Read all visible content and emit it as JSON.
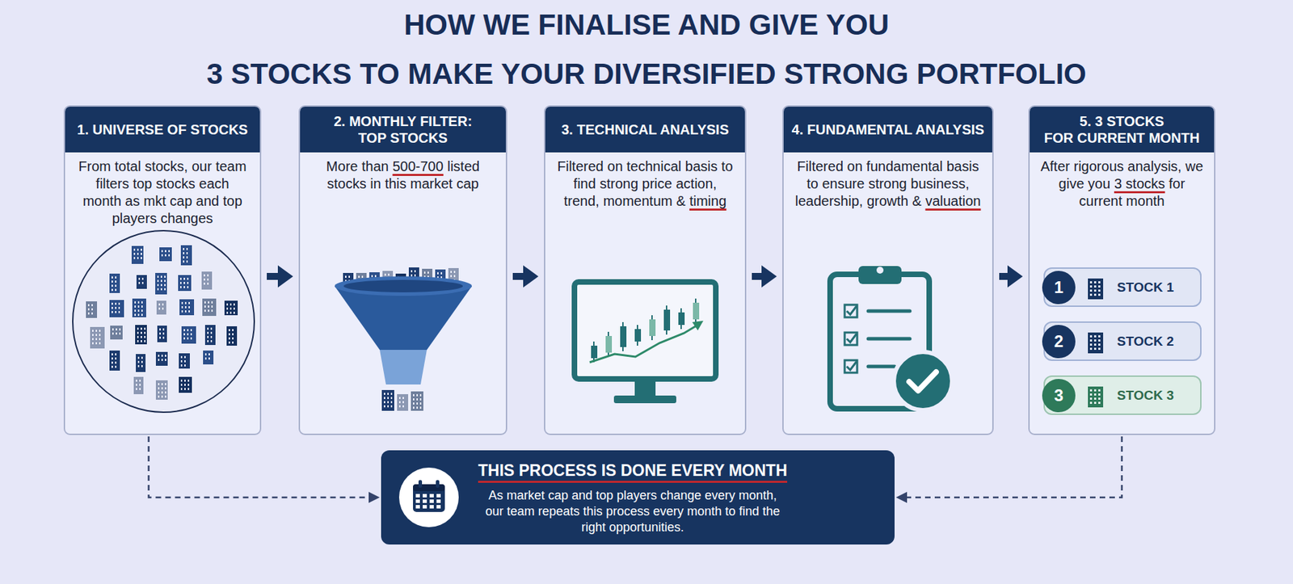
{
  "diagram": {
    "title": "HOW WE FINALISE AND GIVE YOU 3 STOCKS TO MAKE YOUR DIVERSIFIED STRONG PORTFOLIO",
    "nodes": [
      {
        "text": [
          "1. UNIVERSE OF STOCKS",
          "From total stocks, our team filters top stocks each month as mkt cap and top players changes"
        ]
      },
      {
        "text": [
          "2. MONTHLY FILTER: TOP STOCKS",
          "More than 500-700 listed stocks in this market cap"
        ]
      },
      {
        "text": [
          "3. TECHNICAL ANALYSIS",
          "Filtered on technical basis to find strong price action, trend, momentum & timing"
        ]
      },
      {
        "text": [
          "4. FUNDAMENTAL ANALYSIS",
          "Filtered on fundamental basis to ensure strong business, leadership, growth & valuation"
        ]
      },
      {
        "text": [
          "5. 3 STOCKS FOR CURRENT MONTH",
          "After rigorous analysis, we give you 3 stocks for current month"
        ]
      },
      {
        "text": [
          "1",
          "STOCK 1"
        ],
        "in": 4
      },
      {
        "text": [
          "2",
          "STOCK 2"
        ],
        "in": 4
      },
      {
        "text": [
          "3",
          "STOCK 3"
        ],
        "in": 4
      },
      {
        "text": [
          "THIS PROCESS IS DONE EVERY MONTH",
          "As market cap and top players change every month, our team repeats this process every month to find the right opportunities."
        ]
      }
    ],
    "edges": [
      {
        "from": 0,
        "to": 1,
        "arrow": "to"
      },
      {
        "from": 1,
        "to": 2,
        "arrow": "to"
      },
      {
        "from": 2,
        "to": 3,
        "arrow": "to"
      },
      {
        "from": 3,
        "to": 4,
        "arrow": "to"
      },
      {
        "from": 0,
        "to": 8,
        "arrow": "to"
      },
      {
        "from": 4,
        "to": 8,
        "arrow": "to"
      }
    ]
  }
}
